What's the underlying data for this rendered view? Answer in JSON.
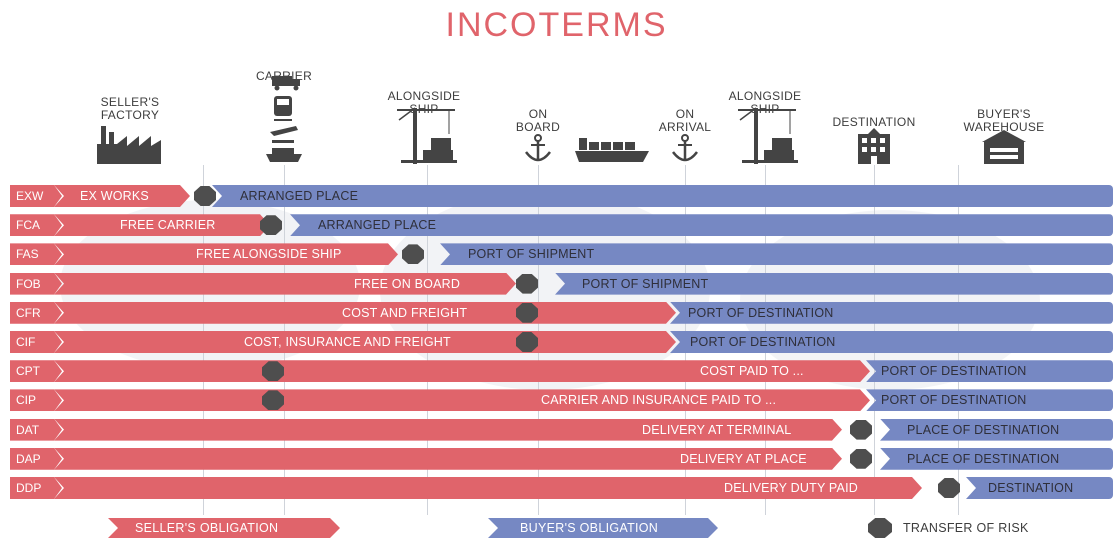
{
  "title": "INCOTERMS",
  "colors": {
    "seller": "#e0646b",
    "buyer": "#7688c3",
    "risk": "#4e4e4e",
    "title": "#e0646b"
  },
  "headers": [
    {
      "id": "sellers-factory",
      "lines": [
        "SELLER'S",
        "FACTORY"
      ],
      "icon": "factory-icon"
    },
    {
      "id": "carrier",
      "lines": [
        "CARRIER"
      ],
      "icon": "transport-stack-icon"
    },
    {
      "id": "alongside-ship-origin",
      "lines": [
        "ALONGSIDE",
        "SHIP"
      ],
      "icon": "crane-icon"
    },
    {
      "id": "on-board",
      "lines": [
        "ON",
        "BOARD"
      ],
      "icon": "anchor-icon"
    },
    {
      "id": "ship",
      "lines": [],
      "icon": "cargo-ship-icon"
    },
    {
      "id": "on-arrival",
      "lines": [
        "ON",
        "ARRIVAL"
      ],
      "icon": "anchor-icon"
    },
    {
      "id": "alongside-ship-destination",
      "lines": [
        "ALONGSIDE",
        "SHIP"
      ],
      "icon": "crane-icon"
    },
    {
      "id": "destination",
      "lines": [
        "DESTINATION"
      ],
      "icon": "building-icon"
    },
    {
      "id": "buyers-warehouse",
      "lines": [
        "BUYER'S",
        "WAREHOUSE"
      ],
      "icon": "warehouse-icon"
    }
  ],
  "rows": [
    {
      "code": "EXW",
      "seller": "EX WORKS",
      "buyer": "ARRANGED PLACE"
    },
    {
      "code": "FCA",
      "seller": "FREE CARRIER",
      "buyer": "ARRANGED PLACE"
    },
    {
      "code": "FAS",
      "seller": "FREE ALONGSIDE SHIP",
      "buyer": "PORT OF SHIPMENT"
    },
    {
      "code": "FOB",
      "seller": "FREE ON BOARD",
      "buyer": "PORT OF SHIPMENT"
    },
    {
      "code": "CFR",
      "seller": "COST AND FREIGHT",
      "buyer": "PORT OF DESTINATION"
    },
    {
      "code": "CIF",
      "seller": "COST, INSURANCE AND FREIGHT",
      "buyer": "PORT OF DESTINATION"
    },
    {
      "code": "CPT",
      "seller": "COST PAID TO ...",
      "buyer": "PORT OF DESTINATION"
    },
    {
      "code": "CIP",
      "seller": "CARRIER AND INSURANCE PAID TO ...",
      "buyer": "PORT OF DESTINATION"
    },
    {
      "code": "DAT",
      "seller": "DELIVERY AT TERMINAL",
      "buyer": "PLACE OF DESTINATION"
    },
    {
      "code": "DAP",
      "seller": "DELIVERY AT PLACE",
      "buyer": "PLACE OF DESTINATION"
    },
    {
      "code": "DDP",
      "seller": "DELIVERY DUTY PAID",
      "buyer": "DESTINATION"
    }
  ],
  "legend": {
    "seller": "SELLER'S OBLIGATION",
    "buyer": "BUYER'S OBLIGATION",
    "risk": "TRANSFER OF RISK"
  }
}
